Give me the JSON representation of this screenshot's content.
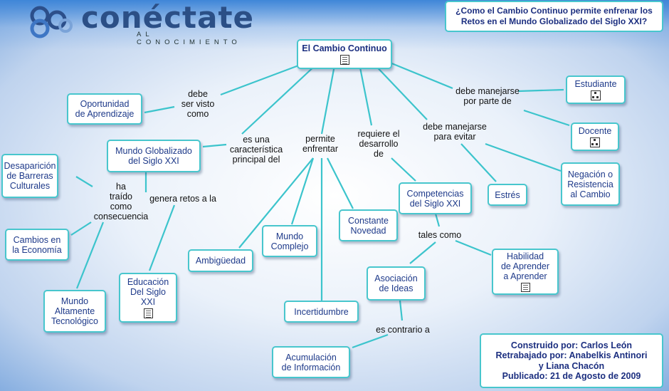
{
  "logo": {
    "name": "conéctate",
    "tagline": "AL CONOCIMIENTO"
  },
  "question": {
    "line1": "¿Como el Cambio Continuo permite enfrenar los",
    "line2": "Retos en el Mundo Globalizado del Siglo XXI?"
  },
  "concepts": {
    "cambio_continuo": "El Cambio Continuo",
    "oportunidad": [
      "Oportunidad",
      "de Aprendizaje"
    ],
    "mundo_global": [
      "Mundo Globalizado",
      "del Siglo XXI"
    ],
    "desaparicion": [
      "Desaparición",
      "de Barreras",
      "Culturales"
    ],
    "cambios_economia": [
      "Cambios en",
      "la Economía"
    ],
    "mundo_tecnologico": [
      "Mundo",
      "Altamente",
      "Tecnológico"
    ],
    "educacion": [
      "Educación",
      "Del Siglo",
      "XXI"
    ],
    "ambiguedad": "Ambigüedad",
    "mundo_complejo": [
      "Mundo",
      "Complejo"
    ],
    "constante_novedad": [
      "Constante",
      "Novedad"
    ],
    "incertidumbre": "Incertidumbre",
    "competencias": [
      "Competencias",
      "del Siglo XXI"
    ],
    "asociacion": [
      "Asociación",
      "de Ideas"
    ],
    "acumulacion": [
      "Acumulación",
      "de Información"
    ],
    "habilidad": [
      "Habilidad",
      "de Aprender",
      "a Aprender"
    ],
    "estudiante": "Estudiante",
    "docente": "Docente",
    "estres": "Estrés",
    "negacion": [
      "Negación o",
      "Resistencia",
      "al Cambio"
    ]
  },
  "links": {
    "debe_visto": "debe\nser visto\ncomo",
    "es_una": "es una\ncaracterística\nprincipal del",
    "permite": "permite\nenfrentar",
    "requiere": "requiere el\ndesarrollo\nde",
    "manejarse_parte": "debe manejarse\npor parte de",
    "manejarse_evitar": "debe manejarse\npara evitar",
    "ha_traido": "ha\ntraído\ncomo\nconsecuencia",
    "genera": "genera retos a la",
    "tales": "tales como",
    "contrario": "es contrario a"
  },
  "credits": {
    "line1": "Construido por: Carlos León",
    "line2": "Retrabajado por: Anabelkis Antinori",
    "line3": "y Liana Chacón",
    "line4": "Publicado: 21 de Agosto de 2009"
  },
  "colors": {
    "link": "#3cc4cc",
    "text": "#1e3a8a"
  }
}
